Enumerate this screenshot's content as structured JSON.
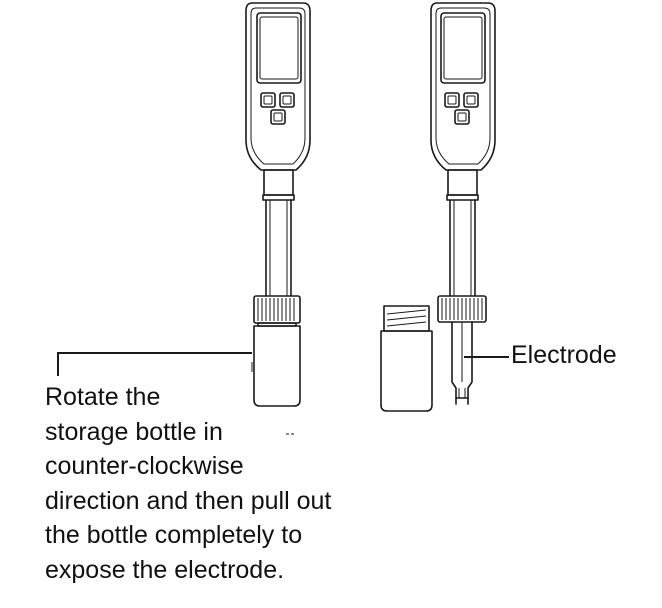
{
  "labels": {
    "electrode": "Electrode",
    "instruction_lines": [
      "Rotate the",
      "storage bottle in",
      "counter-clockwise",
      "direction and then pull out",
      "the bottle completely to",
      "expose the electrode."
    ]
  },
  "icons": {
    "button": "square-button-icon"
  },
  "colors": {
    "line": "#1a1a1a",
    "text": "#111111",
    "background": "#ffffff"
  }
}
